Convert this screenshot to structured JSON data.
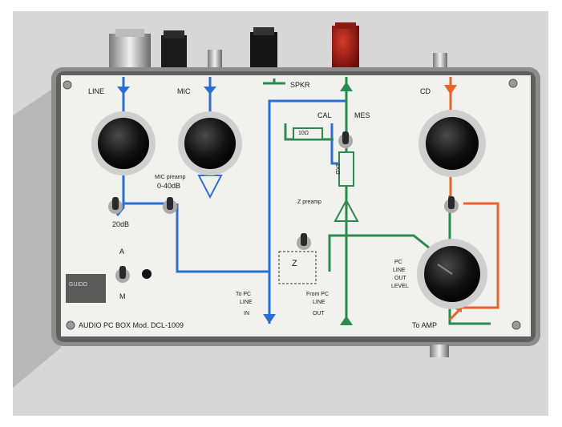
{
  "photo": {
    "description_free": true,
    "labels": {
      "line": "LINE",
      "mic": "MIC",
      "spkr": "SPKR",
      "cd": "CD",
      "cal": "CAL",
      "mes": "MES",
      "r10": "10Ω",
      "r1k": "1KΩ",
      "mic_preamp": "MIC preamp",
      "gain": "0-40dB",
      "att": "20dB",
      "zpreamp": "Z preamp",
      "z": "Z",
      "a": "A",
      "m": "M",
      "to_pc": "To PC",
      "line_in_1": "LINE",
      "line_in_2": "IN",
      "from_pc": "From PC",
      "line_out_1": "LINE",
      "line_out_2": "OUT",
      "pc_line_1": "PC",
      "pc_line_2": "LINE",
      "pc_line_3": "OUT",
      "pc_line_4": "LEVEL",
      "to_amp": "To AMP",
      "model": "AUDIO PC BOX Mod. DCL-1009",
      "logo": "GUIDO"
    },
    "colors": {
      "blue": "#2a6fd1",
      "green": "#2c8a4e",
      "orange": "#e8622a",
      "panel": "#f1f1ee",
      "case": "#8c8c8c"
    }
  }
}
